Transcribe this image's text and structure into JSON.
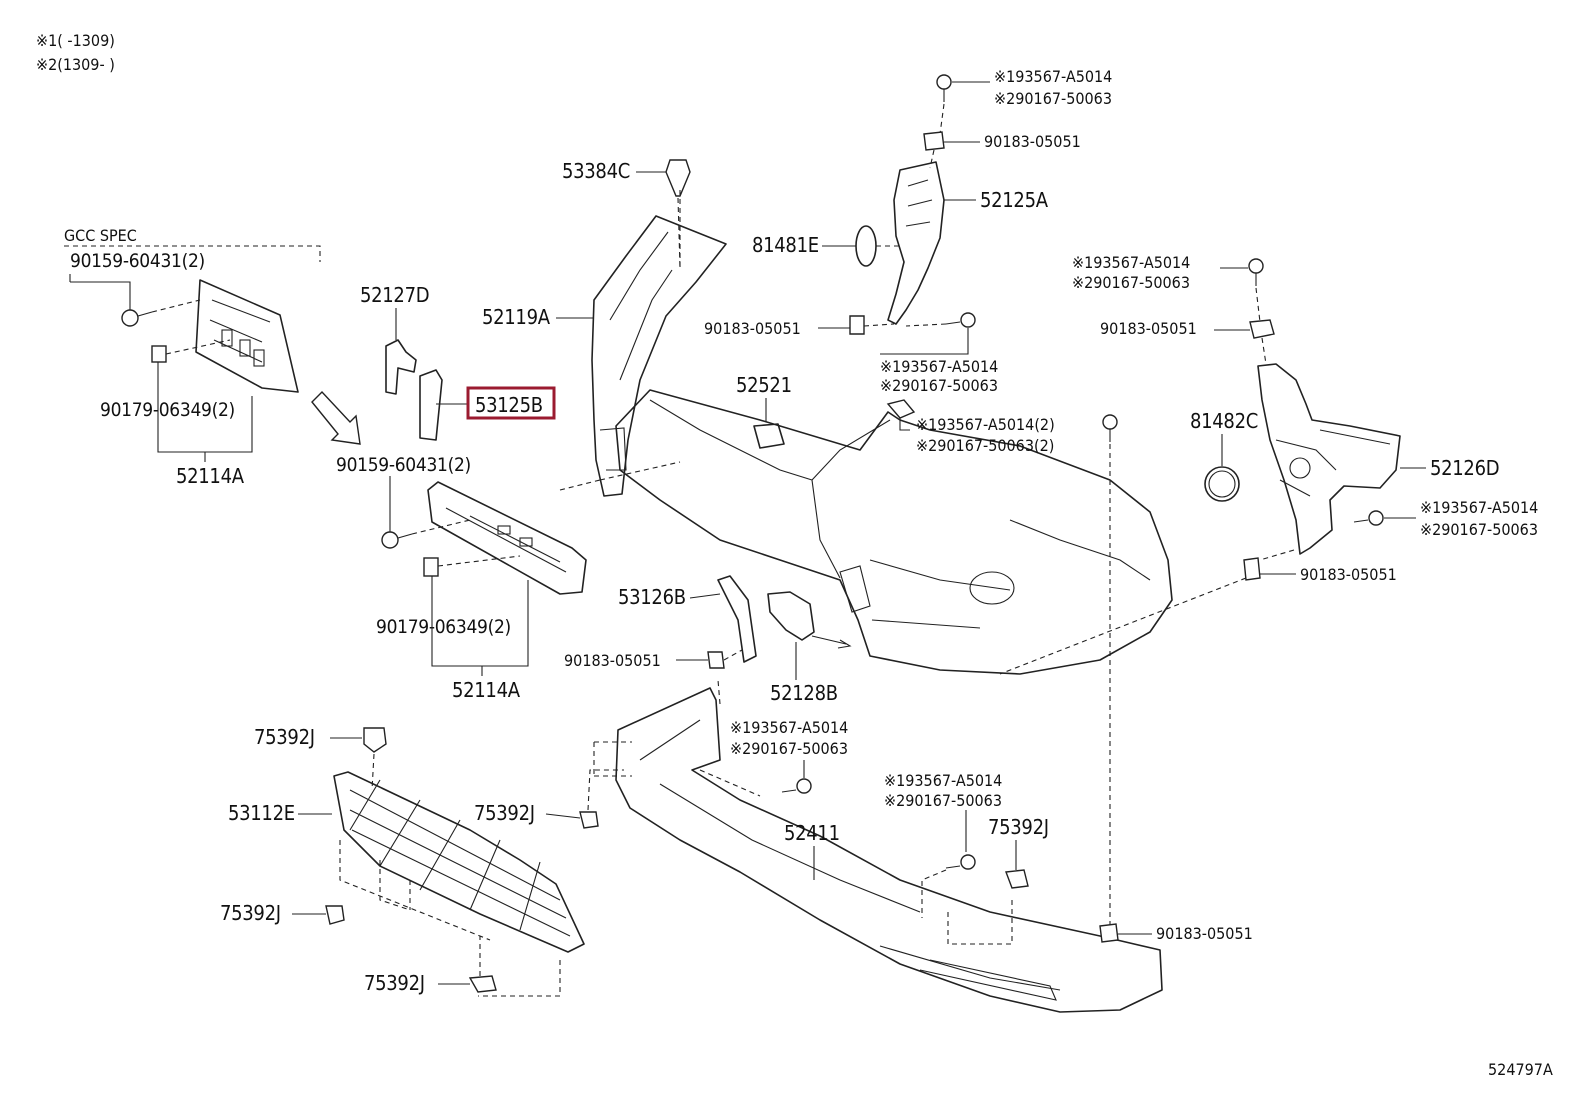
{
  "legend": {
    "line1": "※1(       -1309)",
    "line2": "※2(1309-       )"
  },
  "gcc_spec": "GCC SPEC",
  "catalog_id": "524797A",
  "highlighted_part": "53125B",
  "labels": {
    "p90159_60431_2_top": "90159-60431(2)",
    "p90179_06349_2_top": "90179-06349(2)",
    "p52114A_top": "52114A",
    "p52127D": "52127D",
    "p53125B": "53125B",
    "p90159_60431_2_mid": "90159-60431(2)",
    "p90179_06349_2_mid": "90179-06349(2)",
    "p52114A_mid": "52114A",
    "p53384C": "53384C",
    "p52119A": "52119A",
    "p81481E": "81481E",
    "p90183_05051_a": "90183-05051",
    "p93567_top_1": "※193567-A5014",
    "p90167_top_2": "※290167-50063",
    "p90183_05051_b": "90183-05051",
    "p52125A": "52125A",
    "p93567_mid_1": "※193567-A5014",
    "p90167_mid_2": "※290167-50063",
    "p52521": "52521",
    "p93567_c_1": "※193567-A5014(2)",
    "p90167_c_2": "※290167-50063(2)",
    "p93567_r_1": "※193567-A5014",
    "p90167_r_2": "※290167-50063",
    "p90183_05051_c": "90183-05051",
    "p81482C": "81482C",
    "p52126D": "52126D",
    "p93567_rr_1": "※193567-A5014",
    "p90167_rr_2": "※290167-50063",
    "p90183_05051_d": "90183-05051",
    "p53126B": "53126B",
    "p90183_05051_e": "90183-05051",
    "p52128B": "52128B",
    "p75392J_a": "75392J",
    "p53112E": "53112E",
    "p75392J_b": "75392J",
    "p75392J_c": "75392J",
    "p75392J_d": "75392J",
    "p93567_lo_1": "※193567-A5014",
    "p90167_lo_2": "※290167-50063",
    "p52411": "52411",
    "p93567_lo2_1": "※193567-A5014",
    "p90167_lo2_2": "※290167-50063",
    "p75392J_e": "75392J",
    "p90183_05051_f": "90183-05051"
  }
}
